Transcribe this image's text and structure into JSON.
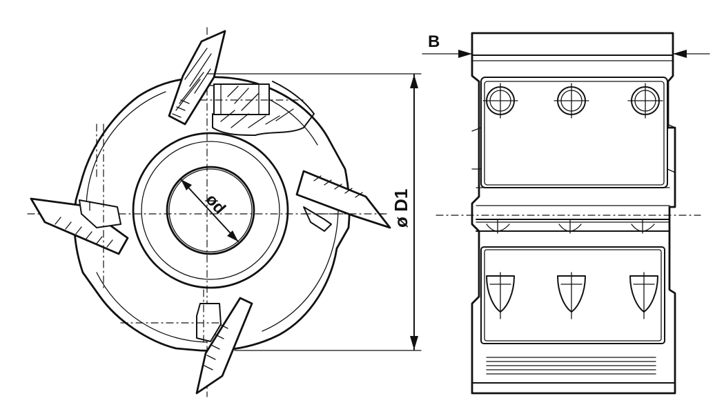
{
  "labels": {
    "bore_diameter": "ød",
    "outer_diameter": "ø D1",
    "width": "B"
  },
  "colors": {
    "line": "#111111",
    "background": "#ffffff"
  }
}
